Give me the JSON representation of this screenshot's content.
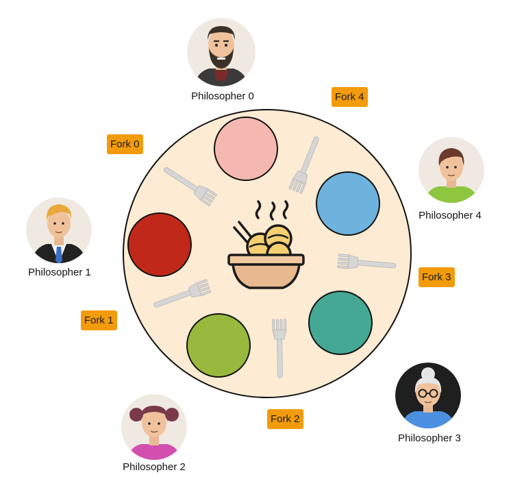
{
  "philosophers": [
    {
      "label": "Philosopher 0",
      "icon": "bearded-man-avatar-icon"
    },
    {
      "label": "Philosopher 1",
      "icon": "blond-businessman-avatar-icon"
    },
    {
      "label": "Philosopher 2",
      "icon": "girl-pigtails-avatar-icon"
    },
    {
      "label": "Philosopher 3",
      "icon": "elderly-woman-glasses-avatar-icon"
    },
    {
      "label": "Philosopher 4",
      "icon": "young-man-avatar-icon"
    }
  ],
  "forks": [
    {
      "label": "Fork 0"
    },
    {
      "label": "Fork 1"
    },
    {
      "label": "Fork 2"
    },
    {
      "label": "Fork 3"
    },
    {
      "label": "Fork 4"
    }
  ],
  "plates": [
    {
      "color": "#f5b8b0"
    },
    {
      "color": "#c0291a"
    },
    {
      "color": "#98b93d"
    },
    {
      "color": "#44a895"
    },
    {
      "color": "#6db3dd"
    }
  ],
  "colors": {
    "table": "#fdebd3",
    "fork_label_bg": "#f29b0c",
    "fork_utensil": "#d6d6d6",
    "bowl": "#e8b98e",
    "noodles": "#f5cf72"
  },
  "center_icon": "noodle-bowl-chopsticks-icon"
}
